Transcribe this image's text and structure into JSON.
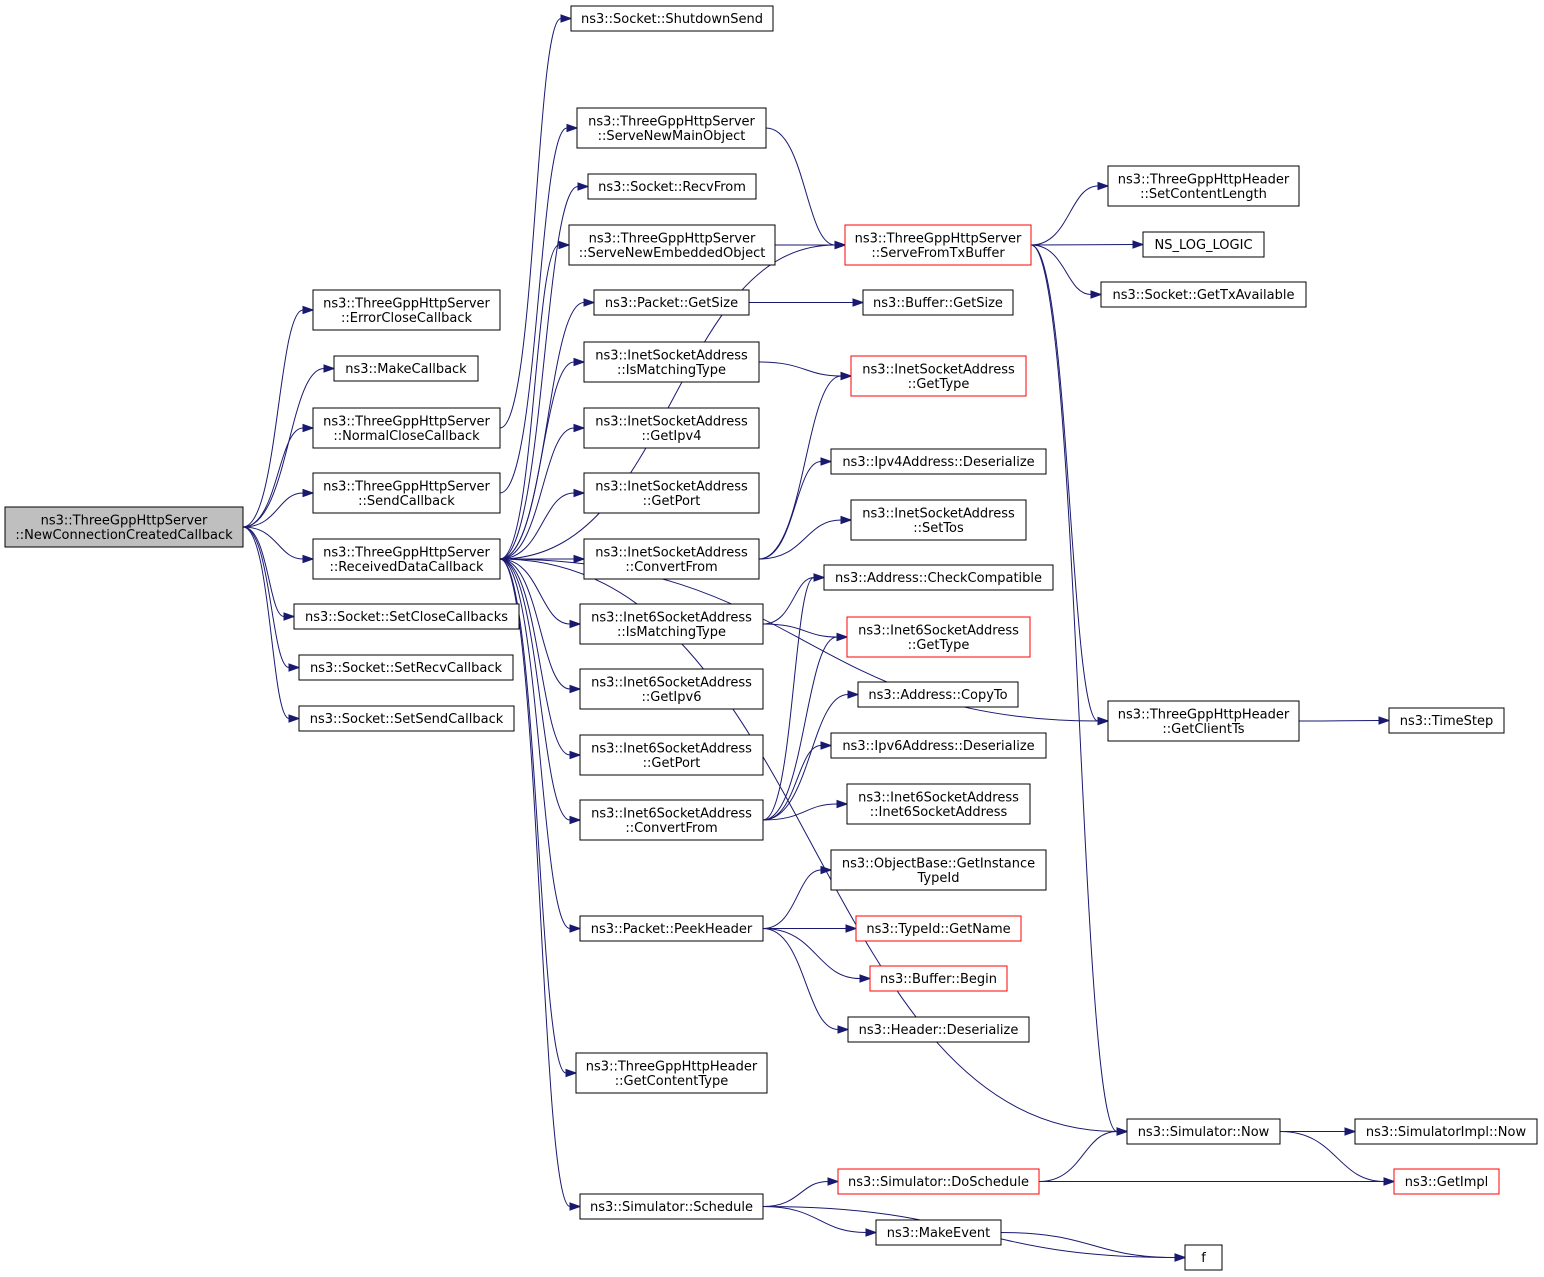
{
  "colors": {
    "edge": "#191970",
    "root_fill": "#bfbfbf",
    "node_border": "#000000",
    "truncated_border": "#ff0000",
    "background": "#ffffff"
  },
  "nodes": {
    "root": [
      "ns3::ThreeGppHttpServer",
      "::NewConnectionCreatedCallback"
    ],
    "errorClose": [
      "ns3::ThreeGppHttpServer",
      "::ErrorCloseCallback"
    ],
    "makeCallback": [
      "ns3::MakeCallback"
    ],
    "normalClose": [
      "ns3::ThreeGppHttpServer",
      "::NormalCloseCallback"
    ],
    "sendCallback": [
      "ns3::ThreeGppHttpServer",
      "::SendCallback"
    ],
    "receivedData": [
      "ns3::ThreeGppHttpServer",
      "::ReceivedDataCallback"
    ],
    "setCloseCb": [
      "ns3::Socket::SetCloseCallbacks"
    ],
    "setRecvCb": [
      "ns3::Socket::SetRecvCallback"
    ],
    "setSendCb": [
      "ns3::Socket::SetSendCallback"
    ],
    "shutdownSend": [
      "ns3::Socket::ShutdownSend"
    ],
    "serveMain": [
      "ns3::ThreeGppHttpServer",
      "::ServeNewMainObject"
    ],
    "recvFrom": [
      "ns3::Socket::RecvFrom"
    ],
    "serveEmbedded": [
      "ns3::ThreeGppHttpServer",
      "::ServeNewEmbeddedObject"
    ],
    "packetGetSize": [
      "ns3::Packet::GetSize"
    ],
    "inetIsMatching": [
      "ns3::InetSocketAddress",
      "::IsMatchingType"
    ],
    "inetGetIpv4": [
      "ns3::InetSocketAddress",
      "::GetIpv4"
    ],
    "inetGetPort": [
      "ns3::InetSocketAddress",
      "::GetPort"
    ],
    "inetConvertFrom": [
      "ns3::InetSocketAddress",
      "::ConvertFrom"
    ],
    "inet6IsMatching": [
      "ns3::Inet6SocketAddress",
      "::IsMatchingType"
    ],
    "inet6GetIpv6": [
      "ns3::Inet6SocketAddress",
      "::GetIpv6"
    ],
    "inet6GetPort": [
      "ns3::Inet6SocketAddress",
      "::GetPort"
    ],
    "inet6ConvertFrom": [
      "ns3::Inet6SocketAddress",
      "::ConvertFrom"
    ],
    "peekHeader": [
      "ns3::Packet::PeekHeader"
    ],
    "getContentType": [
      "ns3::ThreeGppHttpHeader",
      "::GetContentType"
    ],
    "schedule": [
      "ns3::Simulator::Schedule"
    ],
    "serveFromTx": [
      "ns3::ThreeGppHttpServer",
      "::ServeFromTxBuffer"
    ],
    "bufferGetSize": [
      "ns3::Buffer::GetSize"
    ],
    "inetGetType": [
      "ns3::InetSocketAddress",
      "::GetType"
    ],
    "ipv4Deserialize": [
      "ns3::Ipv4Address::Deserialize"
    ],
    "inetSetTos": [
      "ns3::InetSocketAddress",
      "::SetTos"
    ],
    "addrCheckCompat": [
      "ns3::Address::CheckCompatible"
    ],
    "inet6GetType": [
      "ns3::Inet6SocketAddress",
      "::GetType"
    ],
    "addrCopyTo": [
      "ns3::Address::CopyTo"
    ],
    "ipv6Deserialize": [
      "ns3::Ipv6Address::Deserialize"
    ],
    "inet6Ctor": [
      "ns3::Inet6SocketAddress",
      "::Inet6SocketAddress"
    ],
    "getInstanceTypeId": [
      "ns3::ObjectBase::GetInstance",
      "TypeId"
    ],
    "typeIdGetName": [
      "ns3::TypeId::GetName"
    ],
    "bufferBegin": [
      "ns3::Buffer::Begin"
    ],
    "headerDeserialize": [
      "ns3::Header::Deserialize"
    ],
    "doSchedule": [
      "ns3::Simulator::DoSchedule"
    ],
    "makeEvent": [
      "ns3::MakeEvent"
    ],
    "f": [
      "f"
    ],
    "setContentLength": [
      "ns3::ThreeGppHttpHeader",
      "::SetContentLength"
    ],
    "nsLogLogic": [
      "NS_LOG_LOGIC"
    ],
    "getTxAvailable": [
      "ns3::Socket::GetTxAvailable"
    ],
    "getClientTs": [
      "ns3::ThreeGppHttpHeader",
      "::GetClientTs"
    ],
    "simNow": [
      "ns3::Simulator::Now"
    ],
    "timeStep": [
      "ns3::TimeStep"
    ],
    "simImplNow": [
      "ns3::SimulatorImpl::Now"
    ],
    "getImpl": [
      "ns3::GetImpl"
    ]
  },
  "edges": [
    [
      "root",
      "errorClose"
    ],
    [
      "root",
      "makeCallback"
    ],
    [
      "root",
      "normalClose"
    ],
    [
      "root",
      "sendCallback"
    ],
    [
      "root",
      "receivedData"
    ],
    [
      "root",
      "setCloseCb"
    ],
    [
      "root",
      "setRecvCb"
    ],
    [
      "root",
      "setSendCb"
    ],
    [
      "normalClose",
      "shutdownSend"
    ],
    [
      "sendCallback",
      "serveMain"
    ],
    [
      "receivedData",
      "recvFrom"
    ],
    [
      "receivedData",
      "serveEmbedded"
    ],
    [
      "receivedData",
      "packetGetSize"
    ],
    [
      "receivedData",
      "inetIsMatching"
    ],
    [
      "receivedData",
      "inetGetIpv4"
    ],
    [
      "receivedData",
      "inetGetPort"
    ],
    [
      "receivedData",
      "inetConvertFrom"
    ],
    [
      "receivedData",
      "inet6IsMatching"
    ],
    [
      "receivedData",
      "inet6GetIpv6"
    ],
    [
      "receivedData",
      "inet6GetPort"
    ],
    [
      "receivedData",
      "inet6ConvertFrom"
    ],
    [
      "receivedData",
      "peekHeader"
    ],
    [
      "receivedData",
      "getContentType"
    ],
    [
      "receivedData",
      "schedule"
    ],
    [
      "receivedData",
      "serveFromTx"
    ],
    [
      "receivedData",
      "getClientTs"
    ],
    [
      "receivedData",
      "simNow"
    ],
    [
      "serveMain",
      "serveFromTx"
    ],
    [
      "serveEmbedded",
      "serveFromTx"
    ],
    [
      "packetGetSize",
      "bufferGetSize"
    ],
    [
      "inetIsMatching",
      "inetGetType"
    ],
    [
      "inetConvertFrom",
      "inetGetType"
    ],
    [
      "inetConvertFrom",
      "ipv4Deserialize"
    ],
    [
      "inetConvertFrom",
      "inetSetTos"
    ],
    [
      "inet6IsMatching",
      "addrCheckCompat"
    ],
    [
      "inet6IsMatching",
      "inet6GetType"
    ],
    [
      "inet6ConvertFrom",
      "addrCheckCompat"
    ],
    [
      "inet6ConvertFrom",
      "inet6GetType"
    ],
    [
      "inet6ConvertFrom",
      "addrCopyTo"
    ],
    [
      "inet6ConvertFrom",
      "ipv6Deserialize"
    ],
    [
      "inet6ConvertFrom",
      "inet6Ctor"
    ],
    [
      "peekHeader",
      "getInstanceTypeId"
    ],
    [
      "peekHeader",
      "typeIdGetName"
    ],
    [
      "peekHeader",
      "bufferBegin"
    ],
    [
      "peekHeader",
      "headerDeserialize"
    ],
    [
      "schedule",
      "doSchedule"
    ],
    [
      "schedule",
      "makeEvent"
    ],
    [
      "schedule",
      "f"
    ],
    [
      "serveFromTx",
      "setContentLength"
    ],
    [
      "serveFromTx",
      "nsLogLogic"
    ],
    [
      "serveFromTx",
      "getTxAvailable"
    ],
    [
      "serveFromTx",
      "getClientTs"
    ],
    [
      "serveFromTx",
      "simNow"
    ],
    [
      "getClientTs",
      "timeStep"
    ],
    [
      "simNow",
      "simImplNow"
    ],
    [
      "simNow",
      "getImpl"
    ],
    [
      "doSchedule",
      "simNow"
    ],
    [
      "doSchedule",
      "getImpl"
    ],
    [
      "makeEvent",
      "f"
    ]
  ]
}
